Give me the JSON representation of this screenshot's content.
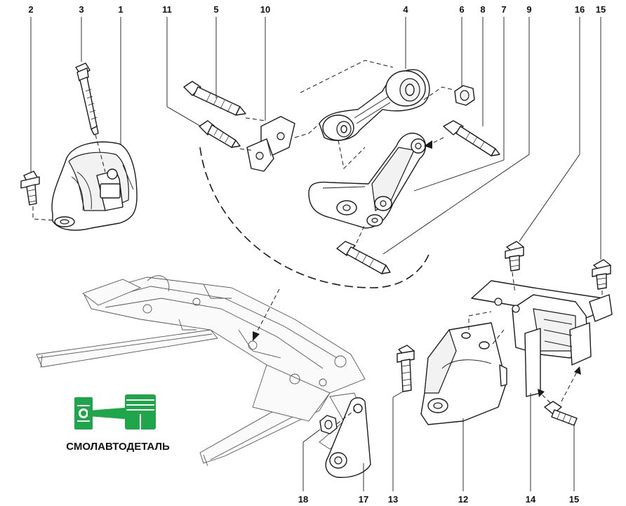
{
  "callouts": [
    {
      "id": "c1",
      "label": "1"
    },
    {
      "id": "c2",
      "label": "2"
    },
    {
      "id": "c3",
      "label": "3"
    },
    {
      "id": "c4",
      "label": "4"
    },
    {
      "id": "c5",
      "label": "5"
    },
    {
      "id": "c6",
      "label": "6"
    },
    {
      "id": "c7",
      "label": "7"
    },
    {
      "id": "c8",
      "label": "8"
    },
    {
      "id": "c9",
      "label": "9"
    },
    {
      "id": "c10",
      "label": "10"
    },
    {
      "id": "c11",
      "label": "11"
    },
    {
      "id": "c12",
      "label": "12"
    },
    {
      "id": "c13",
      "label": "13"
    },
    {
      "id": "c14",
      "label": "14"
    },
    {
      "id": "c15a",
      "label": "15"
    },
    {
      "id": "c15b",
      "label": "15"
    },
    {
      "id": "c16",
      "label": "16"
    },
    {
      "id": "c17",
      "label": "17"
    },
    {
      "id": "c18",
      "label": "18"
    }
  ],
  "logo": {
    "text": "СМОЛАВТОДЕТАЛЬ",
    "icon": "piston-rod-icon",
    "color": "#1fa64a"
  }
}
